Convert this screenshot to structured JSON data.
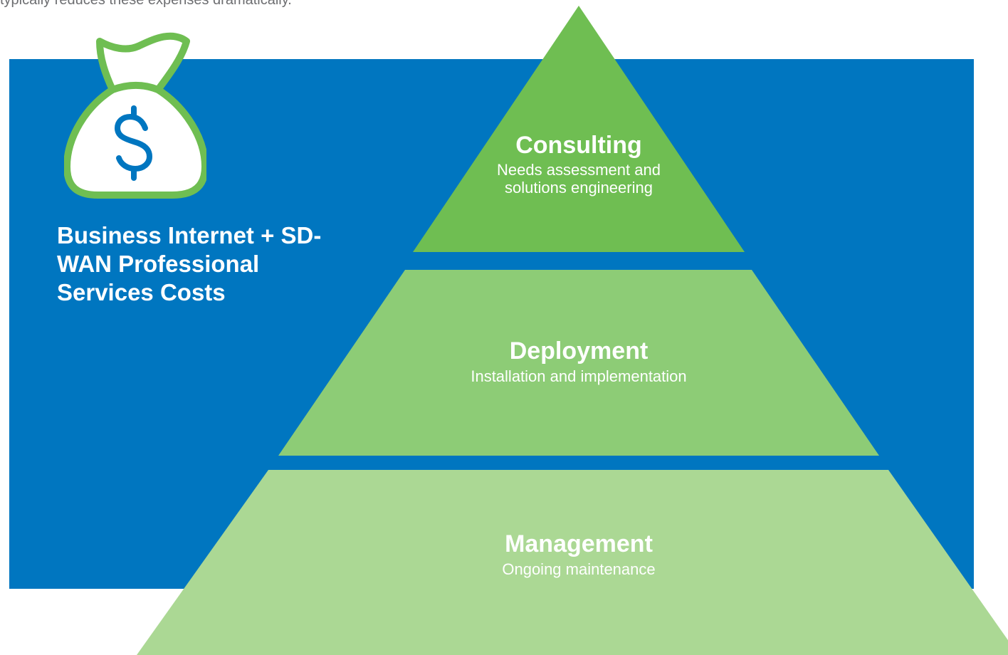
{
  "intro": {
    "text": "typically reduces these expenses dramatically."
  },
  "panel": {
    "title": "Business Internet + SD-WAN Professional Services Costs",
    "icon": "money-bag-dollar-icon"
  },
  "pyramid": {
    "tiers": [
      {
        "title": "Consulting",
        "description": "Needs assessment and solutions engineering",
        "color": "#6fbe52"
      },
      {
        "title": "Deployment",
        "description": "Installation and implementation",
        "color": "#8dcc76"
      },
      {
        "title": "Management",
        "description": "Ongoing maintenance",
        "color": "#abd894"
      }
    ]
  },
  "colors": {
    "panel_blue": "#0076c0",
    "bag_outline": "#6fbe52",
    "dollar_sign": "#0076c0",
    "body_text": "#6d6e71",
    "heading_text": "#ffffff"
  }
}
